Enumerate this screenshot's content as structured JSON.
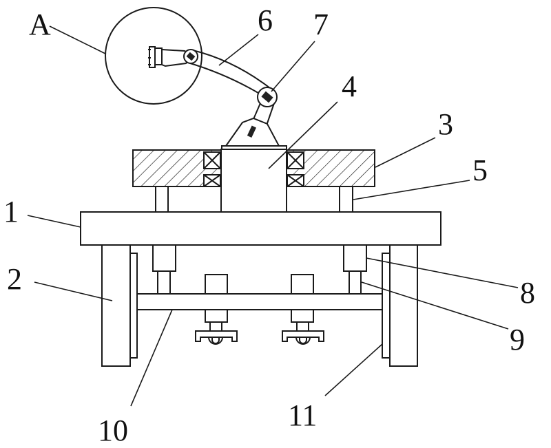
{
  "labels": {
    "A": "A",
    "n1": "1",
    "n2": "2",
    "n3": "3",
    "n4": "4",
    "n5": "5",
    "n6": "6",
    "n7": "7",
    "n8": "8",
    "n9": "9",
    "n10": "10",
    "n11": "11"
  }
}
